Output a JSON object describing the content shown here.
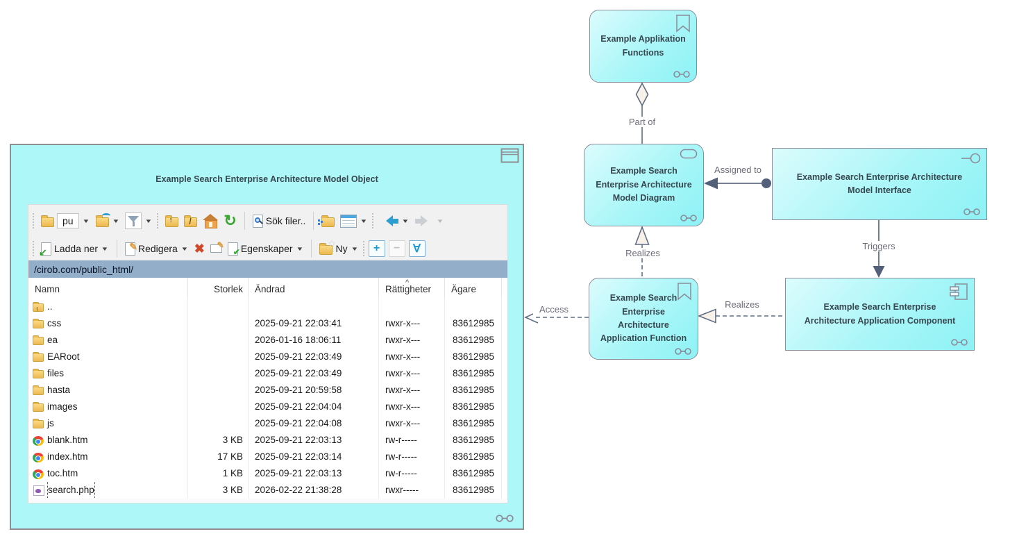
{
  "diagram": {
    "object_box": {
      "title": "Example Search Enterprise Architecture Model Object"
    },
    "nodes": {
      "app_functions": {
        "label": "Example Applikation Functions",
        "icon": "function-icon"
      },
      "model_diagram": {
        "label": "Example Search Enterprise Architecture Model Diagram",
        "icon": "diagram-icon"
      },
      "model_interface": {
        "label": "Example Search Enterprise Architecture Model Interface",
        "icon": "interface-icon"
      },
      "app_function": {
        "label": "Example Search Enterprise Architecture Application Function",
        "icon": "function-icon"
      },
      "app_component": {
        "label": "Example Search Enterprise Architecture Application Component",
        "icon": "component-icon"
      }
    },
    "connectors": {
      "part_of": "Part of",
      "assigned_to": "Assigned to",
      "realizes_vertical": "Realizes",
      "triggers": "Triggers",
      "realizes_horizontal": "Realizes",
      "access": "Access"
    },
    "colors": {
      "node_fill_light": "#dcfcfd",
      "node_fill_dark": "#8df2f5",
      "object_box_fill": "#aef7f8",
      "border": "#8b8b99",
      "wire": "#5f6d84",
      "arrow_fill": "#52607a",
      "hollow_fill": "#f8f1ea"
    }
  },
  "file_manager": {
    "toolbar1": {
      "folder_combo_value": "pu",
      "search_label": "Sök filer.."
    },
    "toolbar2": {
      "download_label": "Ladda ner",
      "edit_label": "Redigera",
      "properties_label": "Egenskaper",
      "new_label": "Ny"
    },
    "address": "/cirob.com/public_html/",
    "address_bar_color": "#92aec8",
    "table": {
      "headers": [
        "Namn",
        "Storlek",
        "Ändrad",
        "Rättigheter",
        "Ägare"
      ],
      "sort_caret": "^",
      "sorted_header_index": 3,
      "rows": [
        {
          "icon": "up",
          "name": "..",
          "size": "",
          "modified": "",
          "permissions": "",
          "owner": ""
        },
        {
          "icon": "folder",
          "name": "css",
          "size": "",
          "modified": "2025-09-21 22:03:41",
          "permissions": "rwxr-x---",
          "owner": "83612985"
        },
        {
          "icon": "folder",
          "name": "ea",
          "size": "",
          "modified": "2026-01-16 18:06:11",
          "permissions": "rwxr-x---",
          "owner": "83612985"
        },
        {
          "icon": "folder",
          "name": "EARoot",
          "size": "",
          "modified": "2025-09-21 22:03:49",
          "permissions": "rwxr-x---",
          "owner": "83612985"
        },
        {
          "icon": "folder",
          "name": "files",
          "size": "",
          "modified": "2025-09-21 22:03:49",
          "permissions": "rwxr-x---",
          "owner": "83612985"
        },
        {
          "icon": "folder",
          "name": "hasta",
          "size": "",
          "modified": "2025-09-21 20:59:58",
          "permissions": "rwxr-x---",
          "owner": "83612985"
        },
        {
          "icon": "folder",
          "name": "images",
          "size": "",
          "modified": "2025-09-21 22:04:04",
          "permissions": "rwxr-x---",
          "owner": "83612985"
        },
        {
          "icon": "folder",
          "name": "js",
          "size": "",
          "modified": "2025-09-21 22:04:08",
          "permissions": "rwxr-x---",
          "owner": "83612985"
        },
        {
          "icon": "chrome",
          "name": "blank.htm",
          "size": "3 KB",
          "modified": "2025-09-21 22:03:13",
          "permissions": "rw-r-----",
          "owner": "83612985"
        },
        {
          "icon": "chrome",
          "name": "index.htm",
          "size": "17 KB",
          "modified": "2025-09-21 22:03:14",
          "permissions": "rw-r-----",
          "owner": "83612985"
        },
        {
          "icon": "chrome",
          "name": "toc.htm",
          "size": "1 KB",
          "modified": "2025-09-21 22:03:13",
          "permissions": "rw-r-----",
          "owner": "83612985"
        },
        {
          "icon": "php",
          "name": "search.php",
          "size": "3 KB",
          "modified": "2026-02-22 21:38:28",
          "permissions": "rwxr-----",
          "owner": "83612985",
          "selected": true
        }
      ]
    }
  }
}
